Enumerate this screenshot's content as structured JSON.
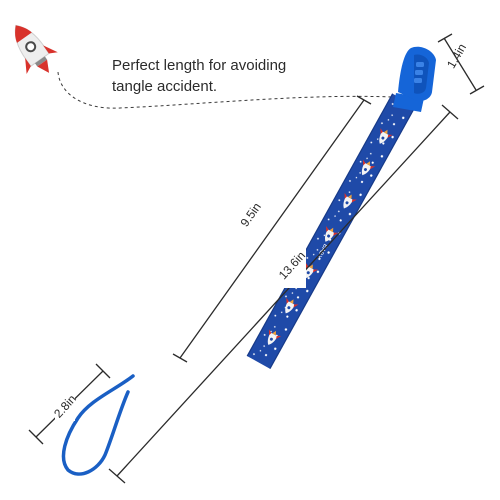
{
  "caption": {
    "line1": "Perfect length for avoiding",
    "line2": "tangle accident."
  },
  "dimensions": {
    "clip_width": "1.4in",
    "strap_length": "9.5in",
    "total_length": "13.6in",
    "loop_length": "2.8in"
  },
  "strap_label": "BABY",
  "colors": {
    "strap_blue": "#1f4aa8",
    "clip_blue": "#1565d8",
    "cord_blue": "#1a5fc4",
    "rocket_red": "#d8322b",
    "dimension_line": "#2b2b2b"
  },
  "icons": [
    "rocket-icon",
    "pacifier-clip-icon"
  ]
}
